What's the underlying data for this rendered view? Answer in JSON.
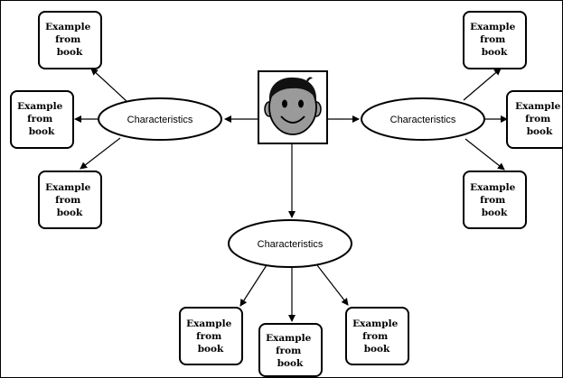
{
  "diagram": {
    "center": {
      "icon": "face-icon"
    },
    "characteristics": [
      {
        "label": "Characteristics"
      },
      {
        "label": "Characteristics"
      },
      {
        "label": "Characteristics"
      }
    ],
    "examples": [
      {
        "lines": [
          "Example",
          "from",
          "book"
        ]
      },
      {
        "lines": [
          "Example",
          "from",
          "book"
        ]
      },
      {
        "lines": [
          "Example",
          "from",
          "book"
        ]
      },
      {
        "lines": [
          "Example",
          "from",
          "book"
        ]
      },
      {
        "lines": [
          "Example",
          "from",
          "book"
        ]
      },
      {
        "lines": [
          "Example",
          "from",
          "book"
        ]
      },
      {
        "lines": [
          "Example",
          "from",
          "book"
        ]
      },
      {
        "lines": [
          "Example",
          "from",
          "book"
        ]
      },
      {
        "lines": [
          "Example",
          "from",
          "book"
        ]
      }
    ],
    "colors": {
      "stroke": "#000000",
      "face_skin": "#9a9a9a",
      "hair": "#111111"
    }
  }
}
